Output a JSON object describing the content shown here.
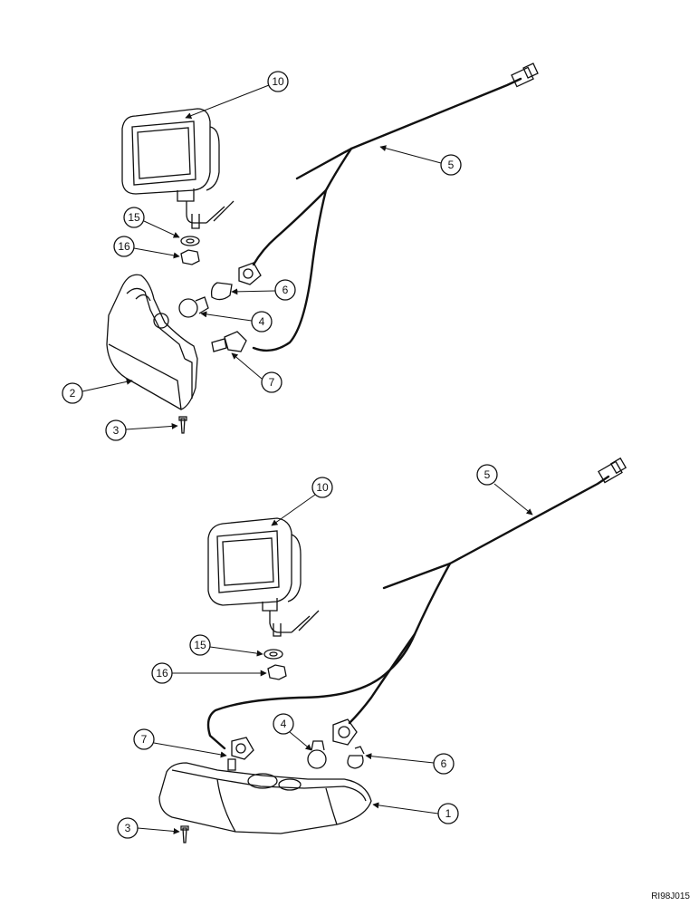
{
  "diagram": {
    "reference_code": "RI98J015",
    "upper_callouts": [
      {
        "id": "u10",
        "label": "10"
      },
      {
        "id": "u5",
        "label": "5"
      },
      {
        "id": "u15",
        "label": "15"
      },
      {
        "id": "u16",
        "label": "16"
      },
      {
        "id": "u6",
        "label": "6"
      },
      {
        "id": "u4",
        "label": "4"
      },
      {
        "id": "u7",
        "label": "7"
      },
      {
        "id": "u2",
        "label": "2"
      },
      {
        "id": "u3",
        "label": "3"
      }
    ],
    "lower_callouts": [
      {
        "id": "l5",
        "label": "5"
      },
      {
        "id": "l10",
        "label": "10"
      },
      {
        "id": "l15",
        "label": "15"
      },
      {
        "id": "l16",
        "label": "16"
      },
      {
        "id": "l4",
        "label": "4"
      },
      {
        "id": "l7",
        "label": "7"
      },
      {
        "id": "l6",
        "label": "6"
      },
      {
        "id": "l1",
        "label": "1"
      },
      {
        "id": "l3",
        "label": "3"
      }
    ]
  }
}
